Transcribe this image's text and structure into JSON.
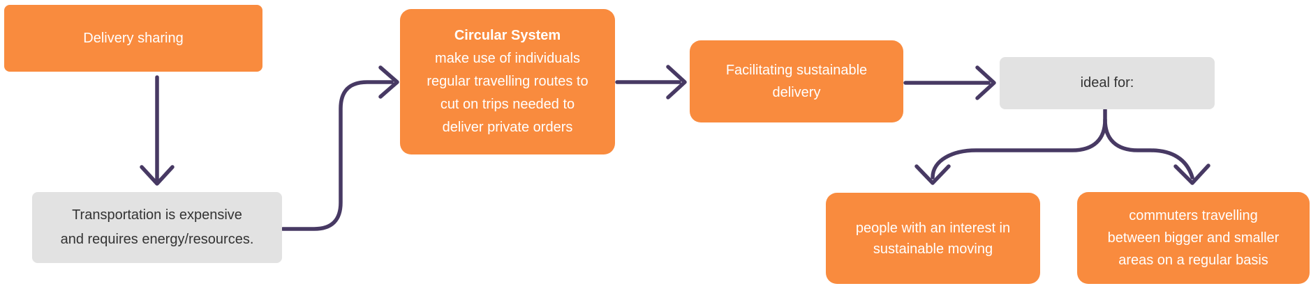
{
  "colors": {
    "node_orange": "#f98b3e",
    "node_gray": "#e2e2e2",
    "arrow_purple": "#473963",
    "text_on_orange": "#ffffff",
    "text_on_gray": "#333333"
  },
  "nodes": {
    "delivery_sharing": {
      "label": "Delivery sharing"
    },
    "transportation": {
      "label": "Transportation is expensive\nand requires energy/resources."
    },
    "circular_system": {
      "title": "Circular System",
      "body": "make use of individuals\nregular travelling routes to\ncut on trips needed to\ndeliver private orders"
    },
    "facilitating_delivery": {
      "label": "Facilitating sustainable\ndelivery"
    },
    "ideal_for": {
      "label": "ideal for:"
    },
    "people_interest": {
      "label": "people with an interest in\nsustainable moving"
    },
    "commuters": {
      "label": "commuters travelling\nbetween bigger and smaller\nareas on a regular basis"
    }
  }
}
